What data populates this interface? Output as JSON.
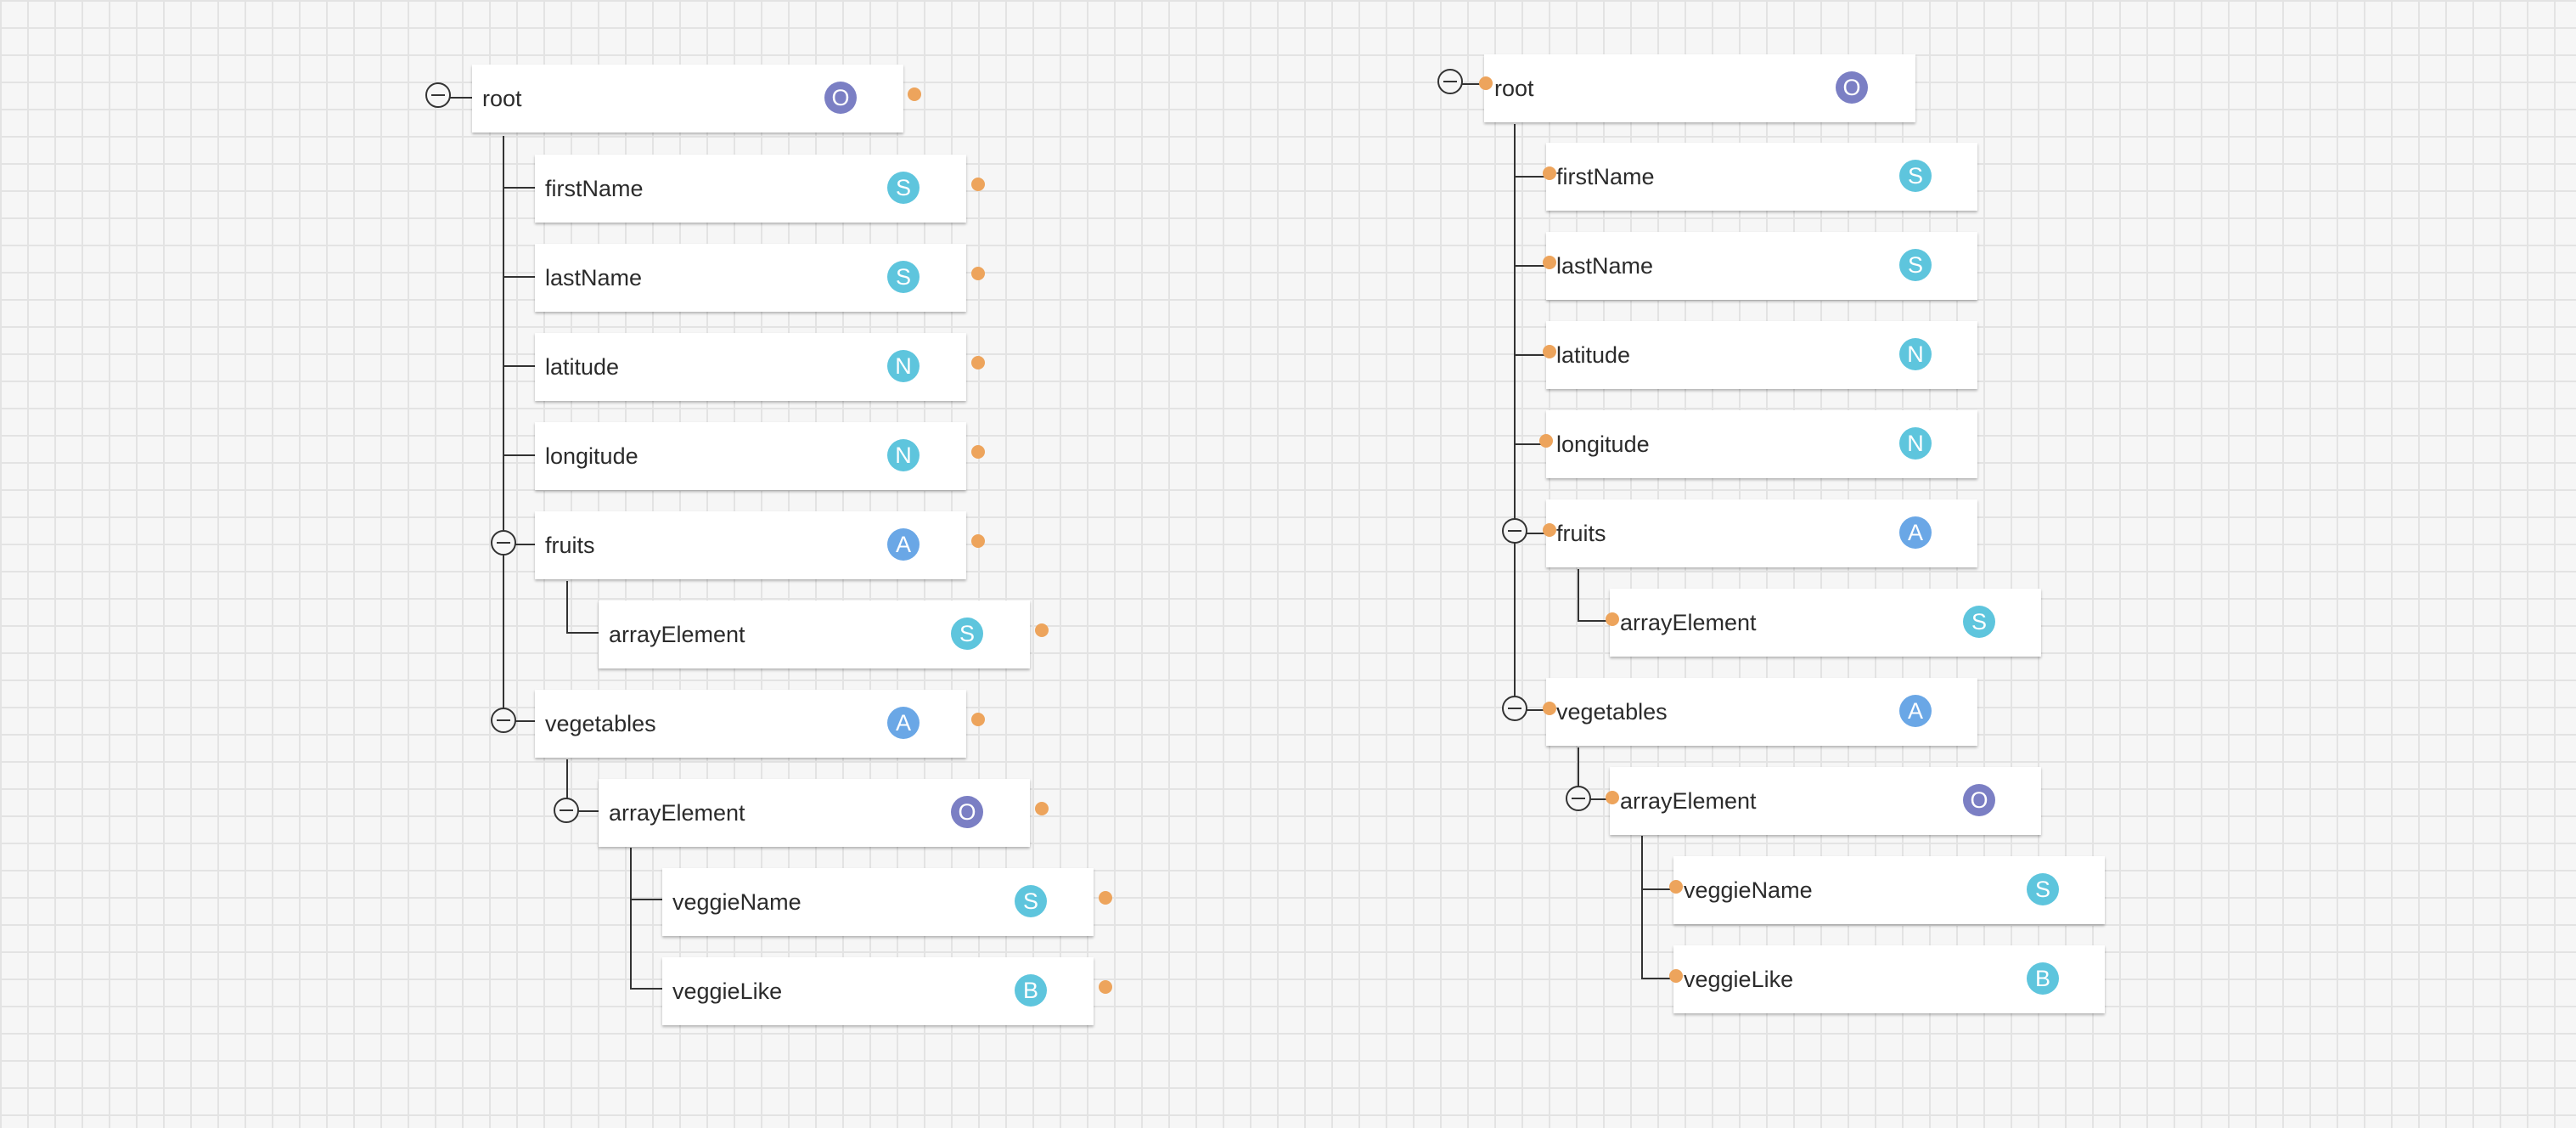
{
  "colors": {
    "object_badge": "#7b7fc4",
    "string_badge": "#5ec5dd",
    "number_badge": "#5ec5dd",
    "array_badge": "#6aa7e6",
    "boolean_badge": "#5ec5dd",
    "connector_dot": "#eda45c"
  },
  "schemas": [
    {
      "side": "left",
      "nodes": [
        {
          "label": "root",
          "badge": "O",
          "kind": "object"
        },
        {
          "label": "firstName",
          "badge": "S",
          "kind": "string"
        },
        {
          "label": "lastName",
          "badge": "S",
          "kind": "string"
        },
        {
          "label": "latitude",
          "badge": "N",
          "kind": "number"
        },
        {
          "label": "longitude",
          "badge": "N",
          "kind": "number"
        },
        {
          "label": "fruits",
          "badge": "A",
          "kind": "array"
        },
        {
          "label": "arrayElement",
          "badge": "S",
          "kind": "string"
        },
        {
          "label": "vegetables",
          "badge": "A",
          "kind": "array"
        },
        {
          "label": "arrayElement",
          "badge": "O",
          "kind": "object"
        },
        {
          "label": "veggieName",
          "badge": "S",
          "kind": "string"
        },
        {
          "label": "veggieLike",
          "badge": "B",
          "kind": "boolean"
        }
      ]
    },
    {
      "side": "right",
      "nodes": [
        {
          "label": "root",
          "badge": "O",
          "kind": "object"
        },
        {
          "label": "firstName",
          "badge": "S",
          "kind": "string"
        },
        {
          "label": "lastName",
          "badge": "S",
          "kind": "string"
        },
        {
          "label": "latitude",
          "badge": "N",
          "kind": "number"
        },
        {
          "label": "longitude",
          "badge": "N",
          "kind": "number"
        },
        {
          "label": "fruits",
          "badge": "A",
          "kind": "array"
        },
        {
          "label": "arrayElement",
          "badge": "S",
          "kind": "string"
        },
        {
          "label": "vegetables",
          "badge": "A",
          "kind": "array"
        },
        {
          "label": "arrayElement",
          "badge": "O",
          "kind": "object"
        },
        {
          "label": "veggieName",
          "badge": "S",
          "kind": "string"
        },
        {
          "label": "veggieLike",
          "badge": "B",
          "kind": "boolean"
        }
      ]
    }
  ]
}
